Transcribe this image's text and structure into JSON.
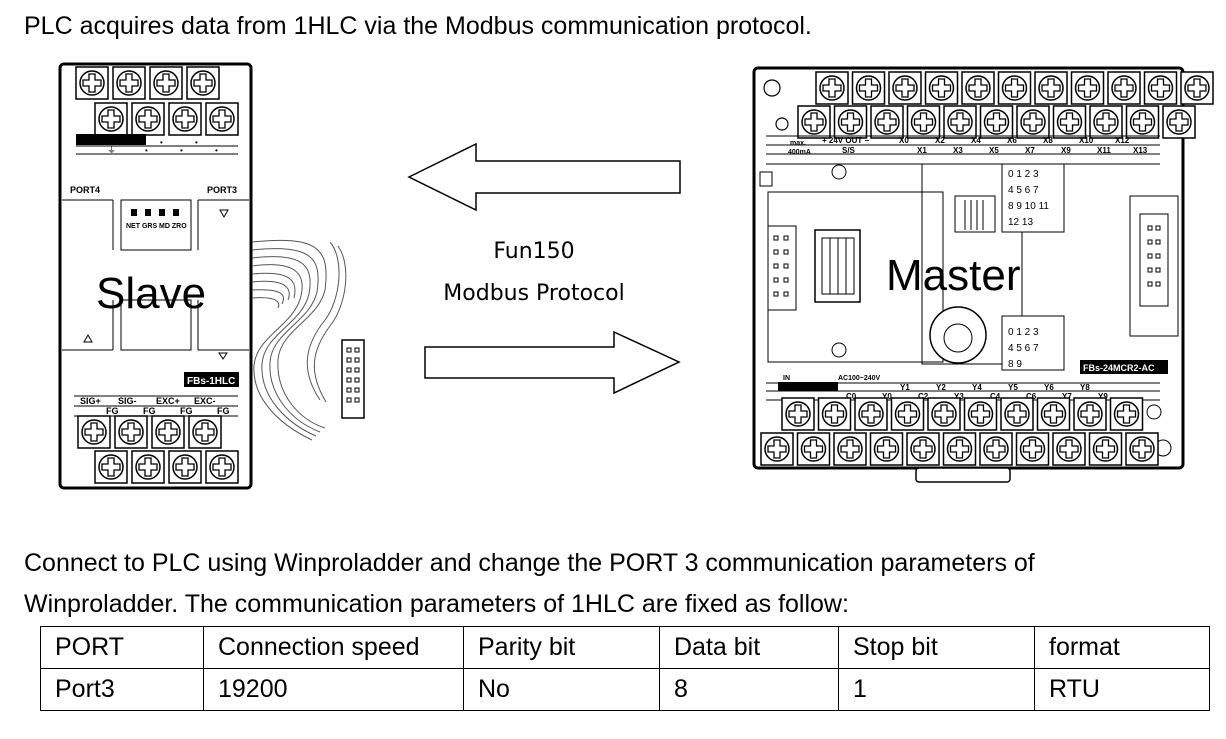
{
  "heading": "PLC acquires data from 1HLC via the Modbus communication protocol.",
  "slave": {
    "label": "Slave",
    "port4": "PORT4",
    "port3": "PORT3",
    "leds": "NET GRS MD ZRO",
    "model": "FBs-1HLC",
    "signal_labels": [
      "SIG+",
      "SIG-",
      "EXC+",
      "EXC-"
    ],
    "fg_labels": [
      "FG",
      "FG",
      "FG",
      "FG"
    ]
  },
  "link": {
    "function": "Fun150",
    "protocol": "Modbus Protocol"
  },
  "master": {
    "label": "Master",
    "model": "FBs-24MCR2-AC",
    "max_current": "max.\n400mA",
    "power_out": "+ 24V OUT −",
    "ss": "S/S",
    "input_top": [
      "X0",
      "X2",
      "X4",
      "X6",
      "X8",
      "X10",
      "X12"
    ],
    "input_bottom": [
      "X1",
      "X3",
      "X5",
      "X7",
      "X9",
      "X11",
      "X13"
    ],
    "in_grid": [
      "0 1 2 3",
      "4 5 6 7",
      "8 9 10 11",
      "12 13"
    ],
    "out_grid": [
      "0 1 2 3",
      "4 5 6 7",
      "8 9"
    ],
    "in_label": "IN",
    "power_label": "AC100~240V",
    "output_top": [
      "Y1",
      "Y2",
      "Y4",
      "Y5",
      "Y6",
      "Y8"
    ],
    "output_bottom": [
      "C0",
      "Y0",
      "C2",
      "Y3",
      "C4",
      "C6",
      "Y7",
      "Y9"
    ]
  },
  "description_line1": "Connect to PLC using Winproladder and change the PORT 3 communication parameters of",
  "description_line2": "Winproladder. The communication parameters of 1HLC are fixed as follow:",
  "table": {
    "headers": [
      "PORT",
      "Connection speed",
      "Parity bit",
      "Data bit",
      "Stop bit",
      "format"
    ],
    "row": [
      "Port3",
      "19200",
      "No",
      "8",
      "1",
      "RTU"
    ]
  }
}
